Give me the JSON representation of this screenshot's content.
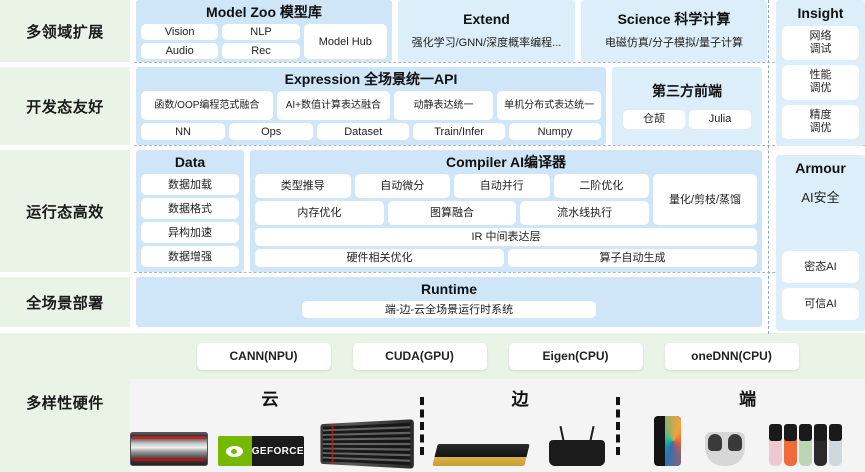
{
  "rows": [
    {
      "label": "多领域扩展",
      "panels": [
        {
          "title": "Model Zoo 模型库",
          "chips_left": [
            "Vision",
            "Audio"
          ],
          "chips_mid": [
            "NLP",
            "Rec"
          ],
          "chips_tall": "Model Hub"
        },
        {
          "title": "Extend",
          "subtitle": "强化学习/GNN/深度概率编程..."
        },
        {
          "title": "Science 科学计算",
          "subtitle": "电磁仿真/分子模拟/量子计算"
        }
      ]
    },
    {
      "label": "开发态友好",
      "expression": {
        "title": "Expression 全场景统一API",
        "row1": [
          "函数/OOP编程范式融合",
          "AI+数值计算表达融合",
          "动静表达统一",
          "单机分布式表达统一"
        ],
        "row2": [
          "NN",
          "Ops",
          "Dataset",
          "Train/Infer",
          "Numpy"
        ]
      },
      "third_party": {
        "title": "第三方前端",
        "chips": [
          "仓颉",
          "Julia"
        ]
      }
    },
    {
      "label": "运行态高效",
      "data_panel": {
        "title": "Data",
        "chips": [
          "数据加载",
          "数据格式",
          "异构加速",
          "数据增强"
        ]
      },
      "compiler": {
        "title": "Compiler AI编译器",
        "row1": [
          "类型推导",
          "自动微分",
          "自动并行",
          "二阶优化"
        ],
        "row2": [
          "内存优化",
          "图算融合",
          "流水线执行"
        ],
        "side": "量化/剪枝/蒸馏",
        "ir": "IR 中间表达层",
        "row4": [
          "硬件相关优化",
          "算子自动生成"
        ]
      }
    },
    {
      "label": "全场景部署",
      "runtime": {
        "title": "Runtime",
        "chip": "端-边-云全场景运行时系统"
      }
    },
    {
      "label": "多样性硬件",
      "backends": [
        "CANN(NPU)",
        "CUDA(GPU)",
        "Eigen(CPU)",
        "oneDNN(CPU)"
      ],
      "hardware_groups": [
        {
          "title": "云",
          "devices": [
            "server-icon",
            "nvidia-geforce-logo",
            "server-rack-icon"
          ]
        },
        {
          "title": "边",
          "devices": [
            "accelerator-card-icon",
            "router-icon"
          ]
        },
        {
          "title": "端",
          "devices": [
            "smartphone-icon",
            "earbuds-icon",
            "smartwatch-band-icon"
          ]
        }
      ]
    }
  ],
  "rail": {
    "insight": {
      "title": "Insight",
      "chips": [
        "网络\n调试",
        "性能\n调优",
        "精度\n调优"
      ]
    },
    "armour": {
      "title": "Armour",
      "subtitle": "AI安全",
      "chips": [
        "密态AI",
        "可信AI"
      ]
    }
  },
  "nvidia_logo_text": "GEFORCE",
  "colors": {
    "label_bg": "#eaf4e6",
    "panel_blue": "#cfe6f9",
    "panel_light_blue": "#ddeefb",
    "hardware_bg": "#f4f4f4"
  }
}
